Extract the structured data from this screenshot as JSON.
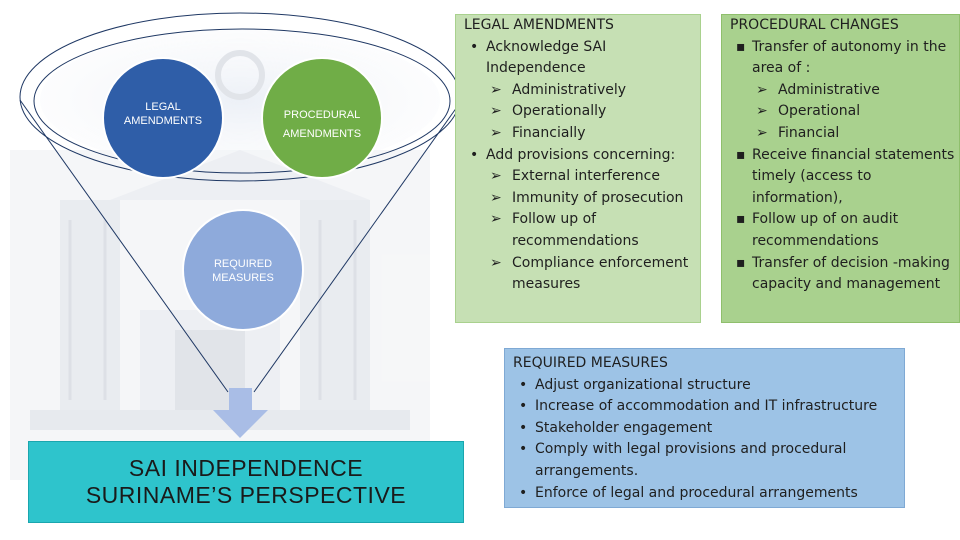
{
  "diagram": {
    "circles": [
      {
        "label": "LEGAL AMENDMENTS",
        "color": "#2f5ea8"
      },
      {
        "label": "PROCEDURAL AMENDMENTS",
        "color": "#70ad47"
      },
      {
        "label": "REQUIRED MEASURES",
        "color": "#8eaadb"
      }
    ],
    "arrow_color": "#a9bde6",
    "funnel_stroke": "#1f3864"
  },
  "legal_box": {
    "title": "LEGAL AMENDMENTS",
    "items": [
      {
        "text": "Acknowledge SAI Independence",
        "sub": [
          "Administratively",
          "Operationally",
          "Financially"
        ]
      },
      {
        "text": "Add provisions concerning:",
        "sub": [
          "External interference",
          "Immunity of prosecution",
          "Follow up of recommendations",
          "Compliance enforcement measures"
        ]
      }
    ],
    "color": "#c6e0b4"
  },
  "procedural_box": {
    "title": "PROCEDURAL CHANGES",
    "items": [
      {
        "text": "Transfer of autonomy in the area of :",
        "sub": [
          "Administrative",
          "Operational",
          "Financial"
        ]
      },
      {
        "text": "Receive financial statements timely  (access to information),",
        "sub": []
      },
      {
        "text": "Follow up of on  audit recommendations",
        "sub": []
      },
      {
        "text": "Transfer of  decision -making capacity and management",
        "sub": []
      }
    ],
    "color": "#a9d18e"
  },
  "required_box": {
    "title": "REQUIRED MEASURES",
    "items": [
      "Adjust organizational structure",
      "Increase of accommodation and IT infrastructure",
      "Stakeholder engagement",
      "Comply with legal provisions and procedural arrangements.",
      "Enforce of legal and procedural  arrangements"
    ],
    "color": "#9dc3e6"
  },
  "title_box": {
    "line1": "SAI INDEPENDENCE",
    "line2": "SURINAME’S PERSPECTIVE",
    "color": "#2ec4cc"
  }
}
